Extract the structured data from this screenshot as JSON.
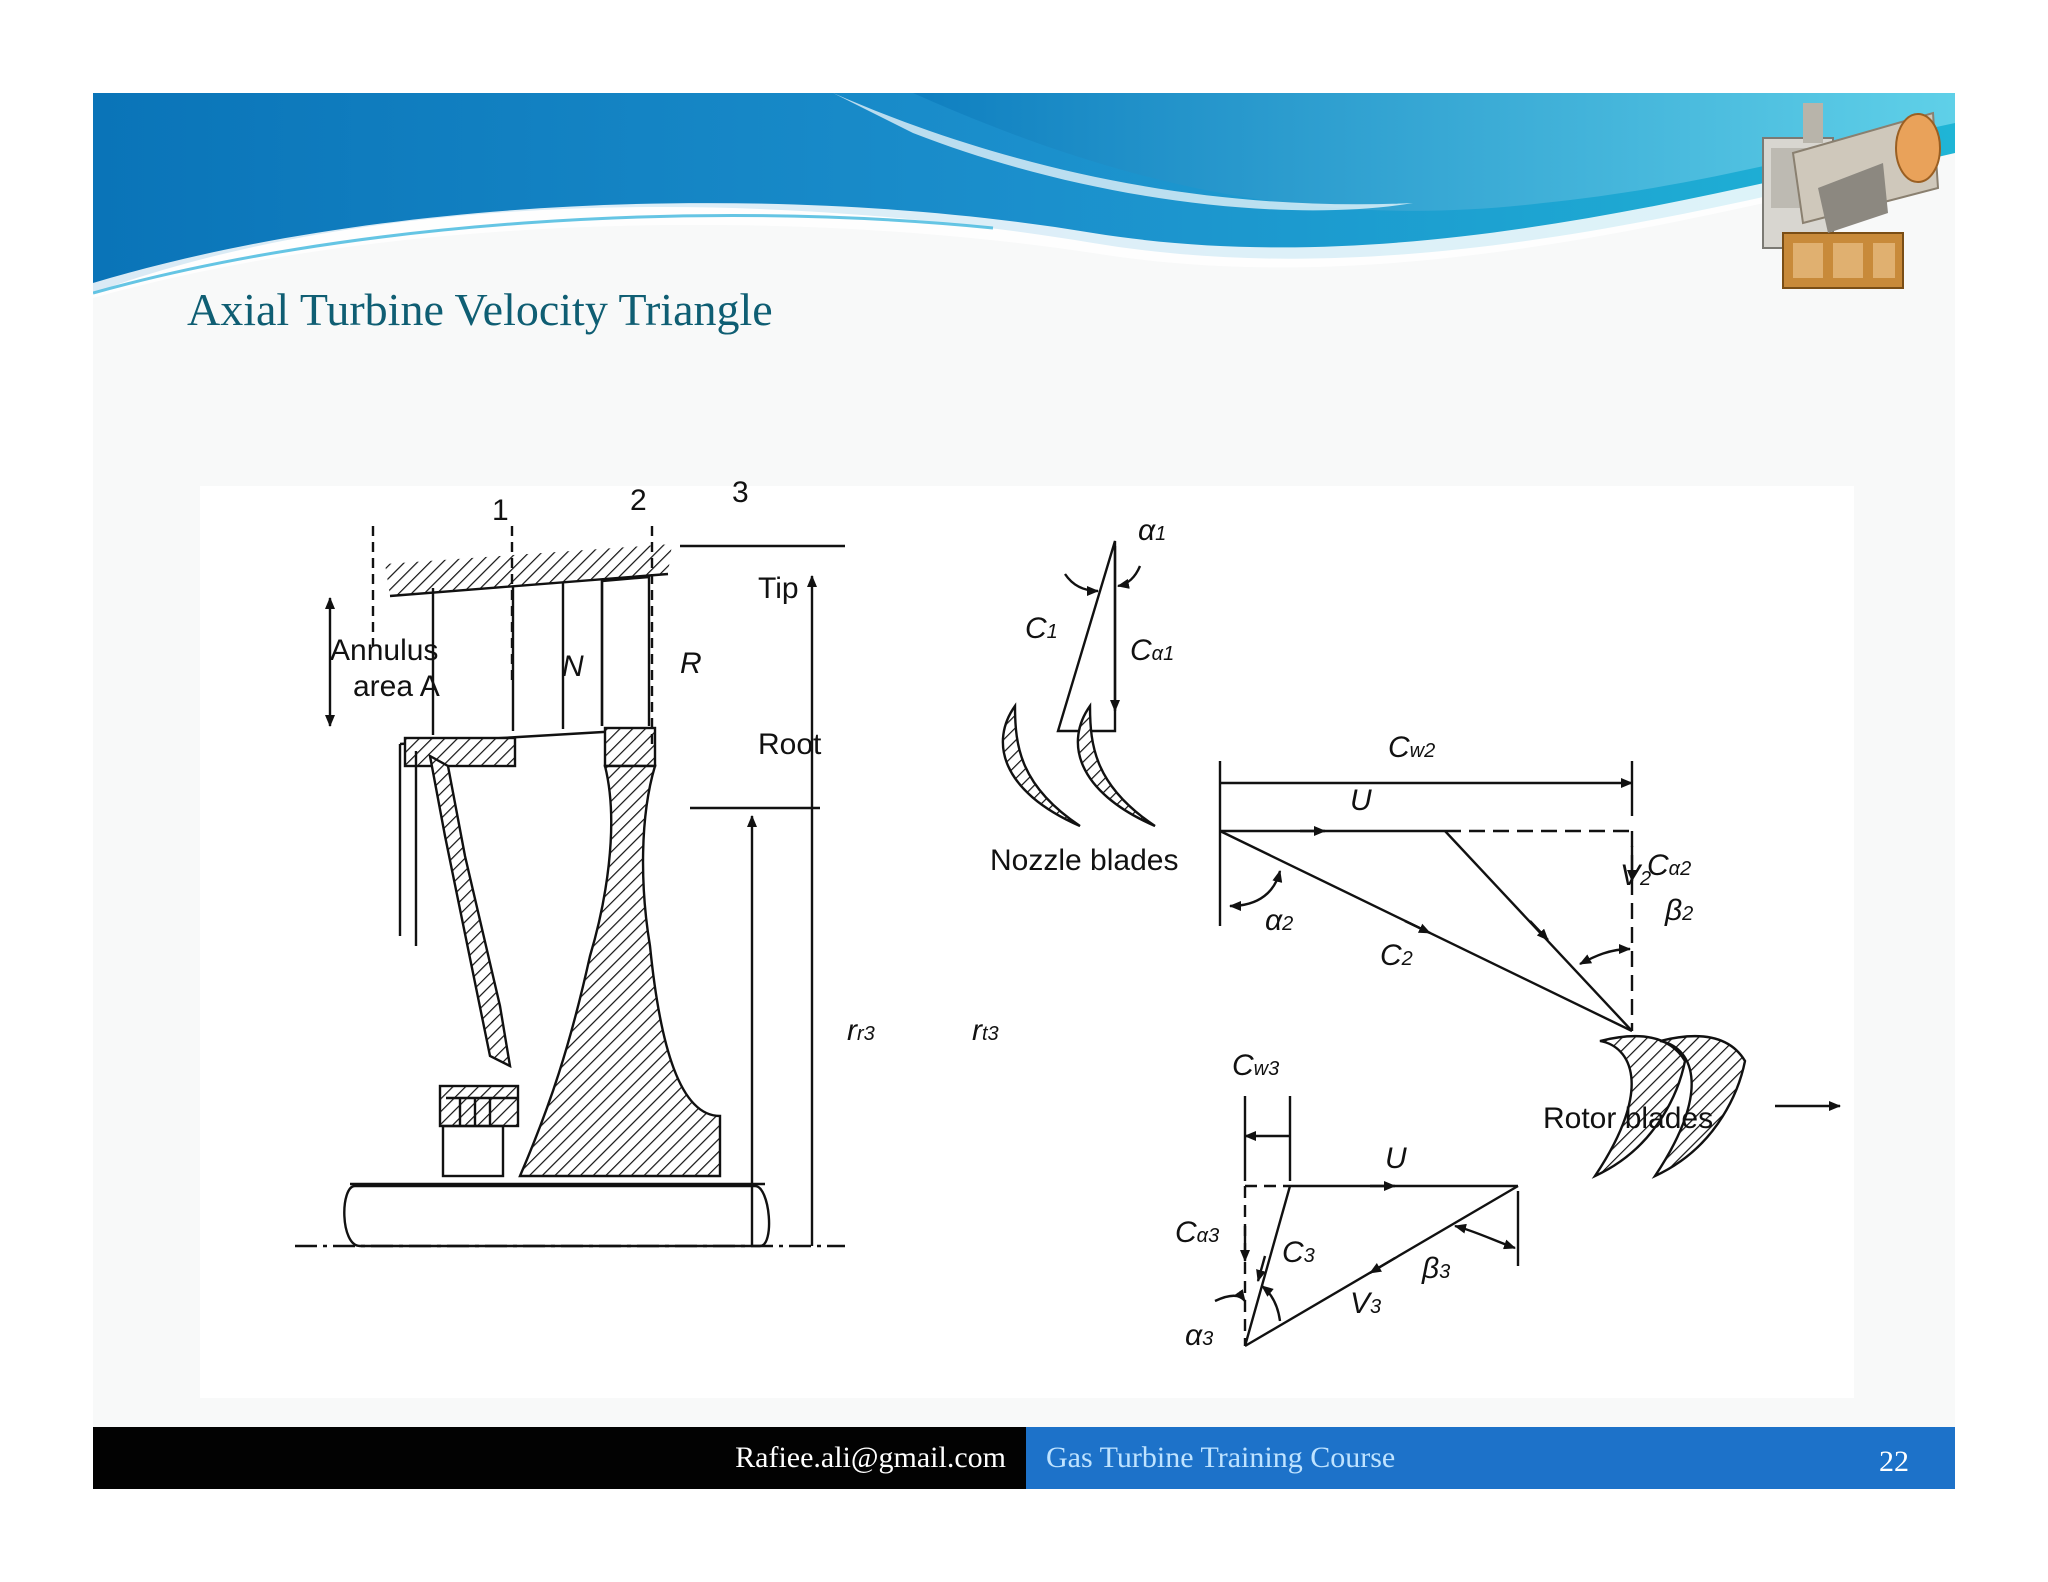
{
  "slide": {
    "title": "Axial Turbine Velocity Triangle",
    "accent_color": "#0f5e73",
    "banner_colors": [
      "#0a74b8",
      "#1fb5d6",
      "#5fd0e8"
    ]
  },
  "figure": {
    "stage_labels": {
      "station_1": "1",
      "station_2": "2",
      "station_3": "3",
      "tip": "Tip",
      "root": "Root",
      "annulus_line1": "Annulus",
      "annulus_line2": "area A",
      "nozzle": "N",
      "rotor": "R",
      "root_radius": "r",
      "root_radius_sub": "r3",
      "tip_radius": "r",
      "tip_radius_sub": "t3"
    },
    "inlet_triangle": {
      "alpha": "α",
      "alpha_sub": "1",
      "c": "C",
      "c_sub": "1",
      "ca": "C",
      "ca_sub": "α1"
    },
    "nozzle_blades_label": "Nozzle blades",
    "rotor_blades_label": "Rotor blades",
    "exit_nozzle_triangle": {
      "cw": "C",
      "cw_sub": "w2",
      "u": "U",
      "v": "V",
      "v_sub": "2",
      "beta": "β",
      "beta_sub": "2",
      "ca": "C",
      "ca_sub": "α2",
      "alpha": "α",
      "alpha_sub": "2",
      "c": "C",
      "c_sub": "2"
    },
    "exit_rotor_triangle": {
      "cw": "C",
      "cw_sub": "w3",
      "u": "U",
      "ca": "C",
      "ca_sub": "α3",
      "c": "C",
      "c_sub": "3",
      "beta": "β",
      "beta_sub": "3",
      "v": "V",
      "v_sub": "3",
      "alpha": "α",
      "alpha_sub": "3"
    }
  },
  "footer": {
    "email": "Rafiee.ali@gmail.com",
    "course": "Gas Turbine Training Course",
    "page_number": "22"
  }
}
